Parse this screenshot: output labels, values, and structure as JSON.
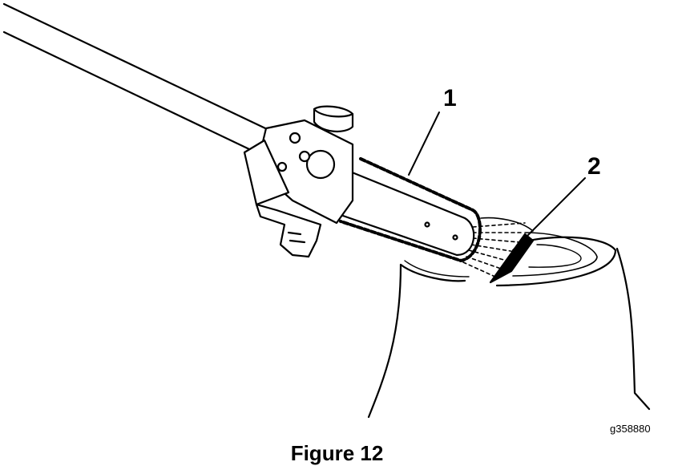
{
  "callouts": {
    "one": "1",
    "two": "2"
  },
  "graphic_id": "g358880",
  "caption": "Figure 12",
  "colors": {
    "ink": "#000000",
    "background": "#ffffff"
  }
}
